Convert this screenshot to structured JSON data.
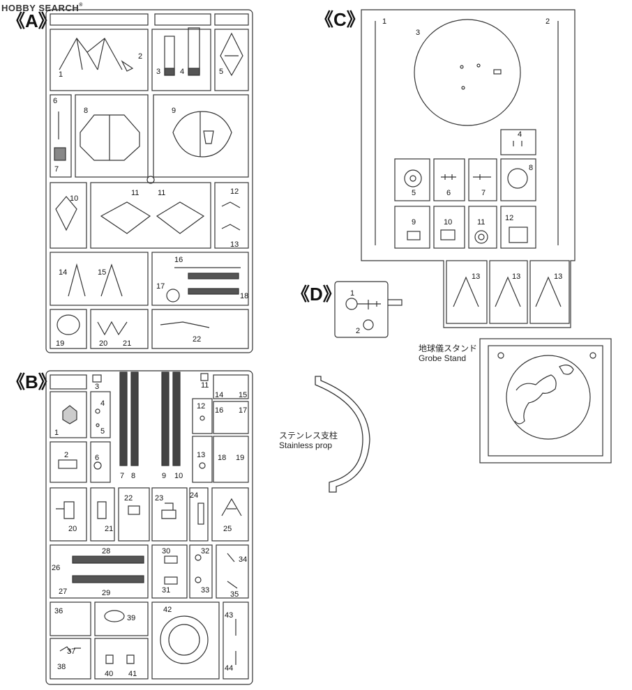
{
  "watermark": "HOBBY SEARCH",
  "watermark_mark": "®",
  "sprues": {
    "A": {
      "label": "《A》",
      "parts": [
        "1",
        "2",
        "3",
        "4",
        "5",
        "6",
        "7",
        "8",
        "9",
        "10",
        "11",
        "11",
        "12",
        "13",
        "14",
        "15",
        "16",
        "17",
        "18",
        "19",
        "20",
        "21",
        "22"
      ]
    },
    "B": {
      "label": "《B》",
      "parts": [
        "1",
        "2",
        "3",
        "4",
        "5",
        "6",
        "7",
        "8",
        "9",
        "10",
        "11",
        "12",
        "13",
        "14",
        "15",
        "16",
        "17",
        "18",
        "19",
        "20",
        "21",
        "22",
        "23",
        "24",
        "25",
        "26",
        "27",
        "28",
        "29",
        "30",
        "31",
        "32",
        "33",
        "34",
        "35",
        "36",
        "37",
        "38",
        "39",
        "40",
        "41",
        "42",
        "43",
        "44"
      ]
    },
    "C": {
      "label": "《C》",
      "parts": [
        "1",
        "2",
        "3",
        "4",
        "5",
        "6",
        "7",
        "8",
        "9",
        "10",
        "11",
        "12",
        "13",
        "13",
        "13"
      ]
    },
    "D": {
      "label": "《D》",
      "parts": [
        "1",
        "2"
      ]
    }
  },
  "stand": {
    "title_jp": "地球儀スタンド",
    "title_en": "Grobe Stand"
  },
  "prop": {
    "title_jp": "ステンレス支柱",
    "title_en": "Stainless prop"
  }
}
